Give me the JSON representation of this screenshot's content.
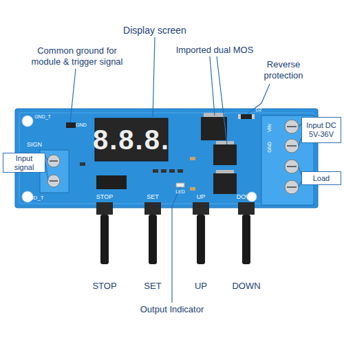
{
  "diagram": {
    "nodes": [
      {
        "text": [
          "Input signal"
        ]
      },
      {
        "text": [
          "Input DC 5V-36V"
        ]
      },
      {
        "text": [
          "Load"
        ]
      }
    ],
    "labels": [
      "Display screen",
      "Common ground for module & trigger signal",
      "Imported dual MOS",
      "Reverse protection",
      "STOP",
      "SET",
      "UP",
      "DOWN",
      "Output Indicator",
      "8.8.8.",
      "GND_T",
      "GND",
      "SIGN",
      "GND_T",
      "STOP",
      "SET",
      "UP",
      "DOWN",
      "GND",
      "VIN",
      "D2",
      "LED"
    ]
  }
}
